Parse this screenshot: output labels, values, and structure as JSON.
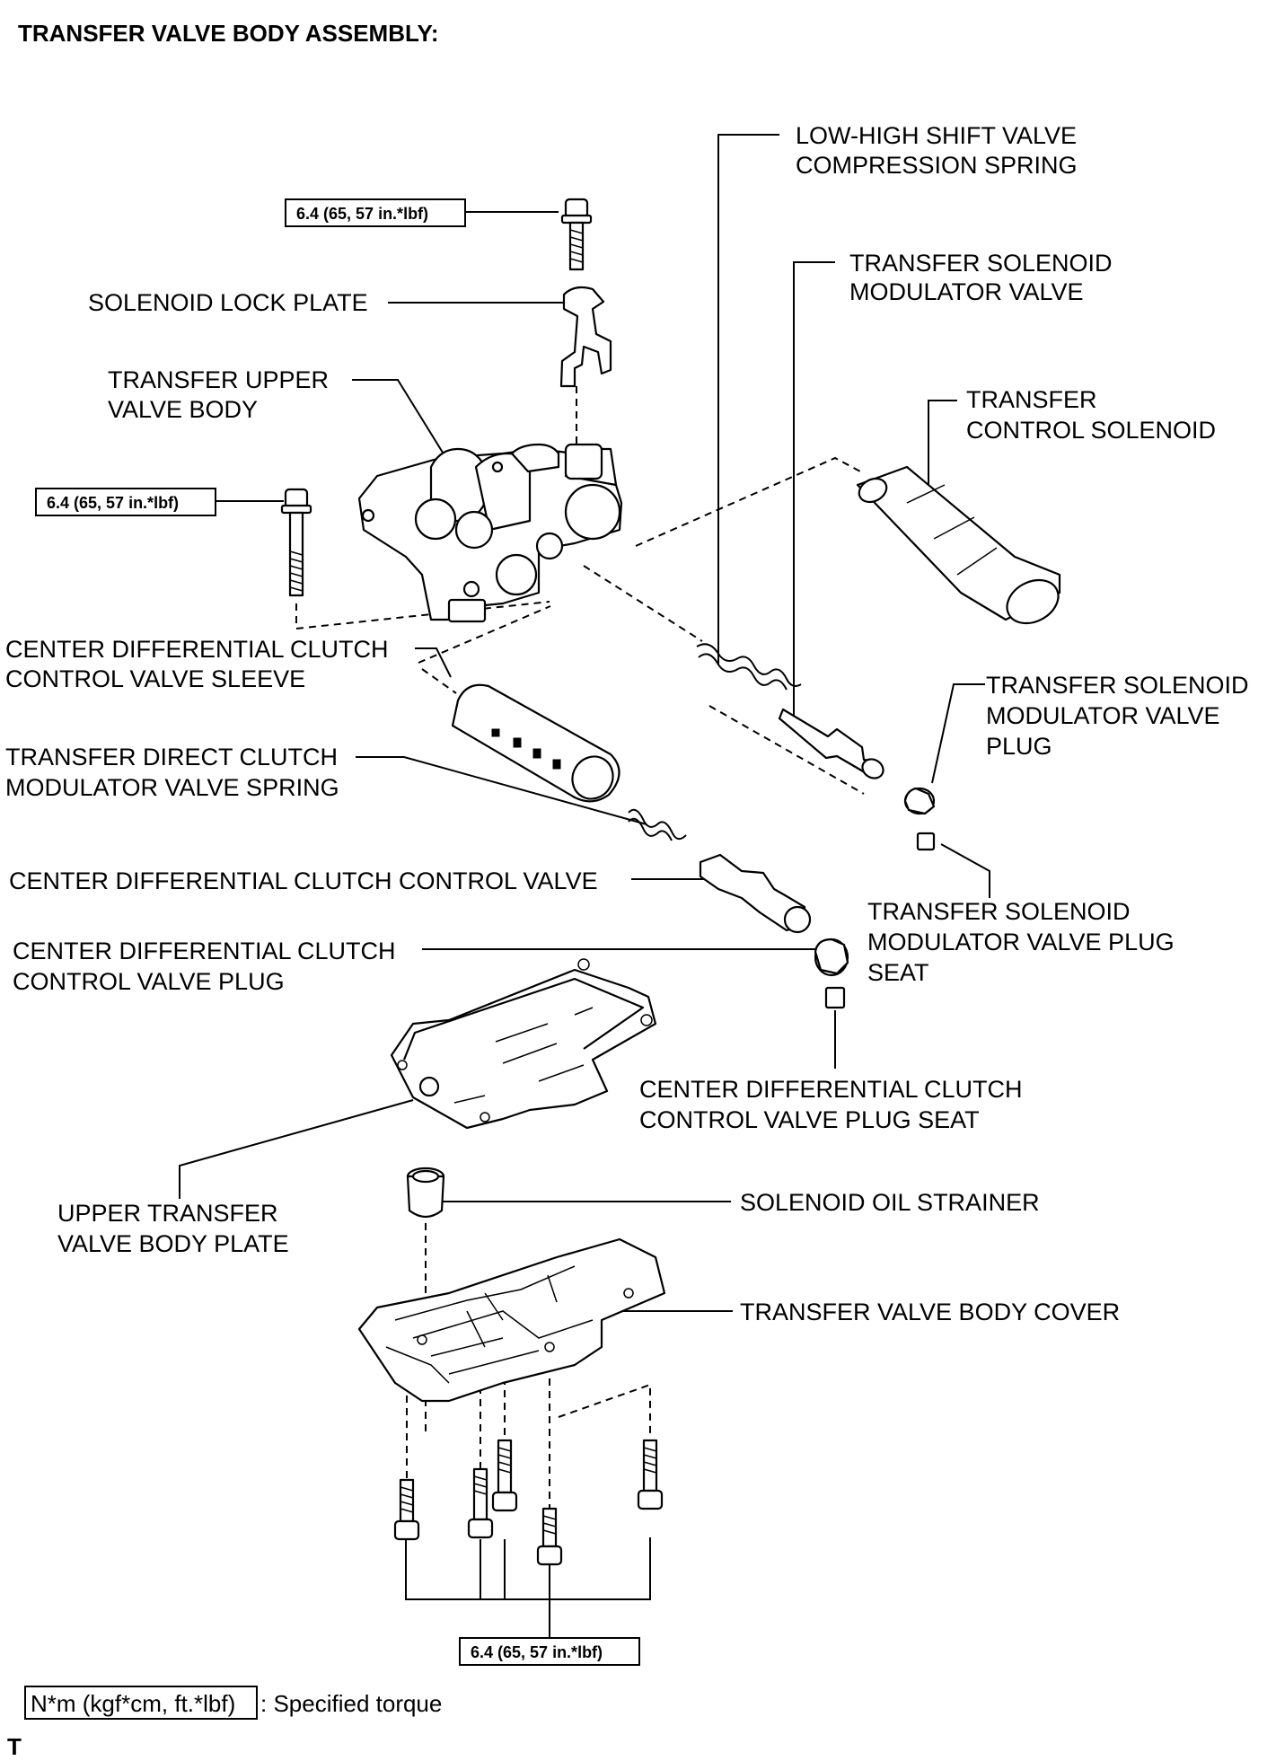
{
  "title": "TRANSFER VALVE BODY ASSEMBLY:",
  "torque_spec": "6.4 (65, 57 in.*lbf)",
  "labels": {
    "low_high_spring_1": "LOW-HIGH SHIFT VALVE",
    "low_high_spring_2": "COMPRESSION SPRING",
    "sol_mod_valve_1": "TRANSFER SOLENOID",
    "sol_mod_valve_2": "MODULATOR VALVE",
    "control_solenoid_1": "TRANSFER",
    "control_solenoid_2": "CONTROL SOLENOID",
    "lock_plate": "SOLENOID LOCK PLATE",
    "upper_body_1": "TRANSFER UPPER",
    "upper_body_2": "VALVE BODY",
    "sleeve_1": "CENTER DIFFERENTIAL CLUTCH",
    "sleeve_2": "CONTROL VALVE SLEEVE",
    "direct_spring_1": "TRANSFER DIRECT CLUTCH",
    "direct_spring_2": "MODULATOR VALVE SPRING",
    "mod_plug_1": "TRANSFER SOLENOID",
    "mod_plug_2": "MODULATOR VALVE",
    "mod_plug_3": "PLUG",
    "cd_valve": "CENTER DIFFERENTIAL CLUTCH CONTROL VALVE",
    "plug_seat_1": "TRANSFER SOLENOID",
    "plug_seat_2": "MODULATOR VALVE PLUG",
    "plug_seat_3": "SEAT",
    "cd_plug_1": "CENTER DIFFERENTIAL CLUTCH",
    "cd_plug_2": "CONTROL VALVE PLUG",
    "cd_seat_1": "CENTER DIFFERENTIAL CLUTCH",
    "cd_seat_2": "CONTROL VALVE PLUG SEAT",
    "body_plate_1": "UPPER TRANSFER",
    "body_plate_2": "VALVE BODY PLATE",
    "strainer": "SOLENOID OIL STRAINER",
    "cover": "TRANSFER VALVE BODY COVER"
  },
  "legend": {
    "unit": "N*m (kgf*cm, ft.*lbf)",
    "desc": ": Specified torque"
  },
  "footer_code": "T"
}
